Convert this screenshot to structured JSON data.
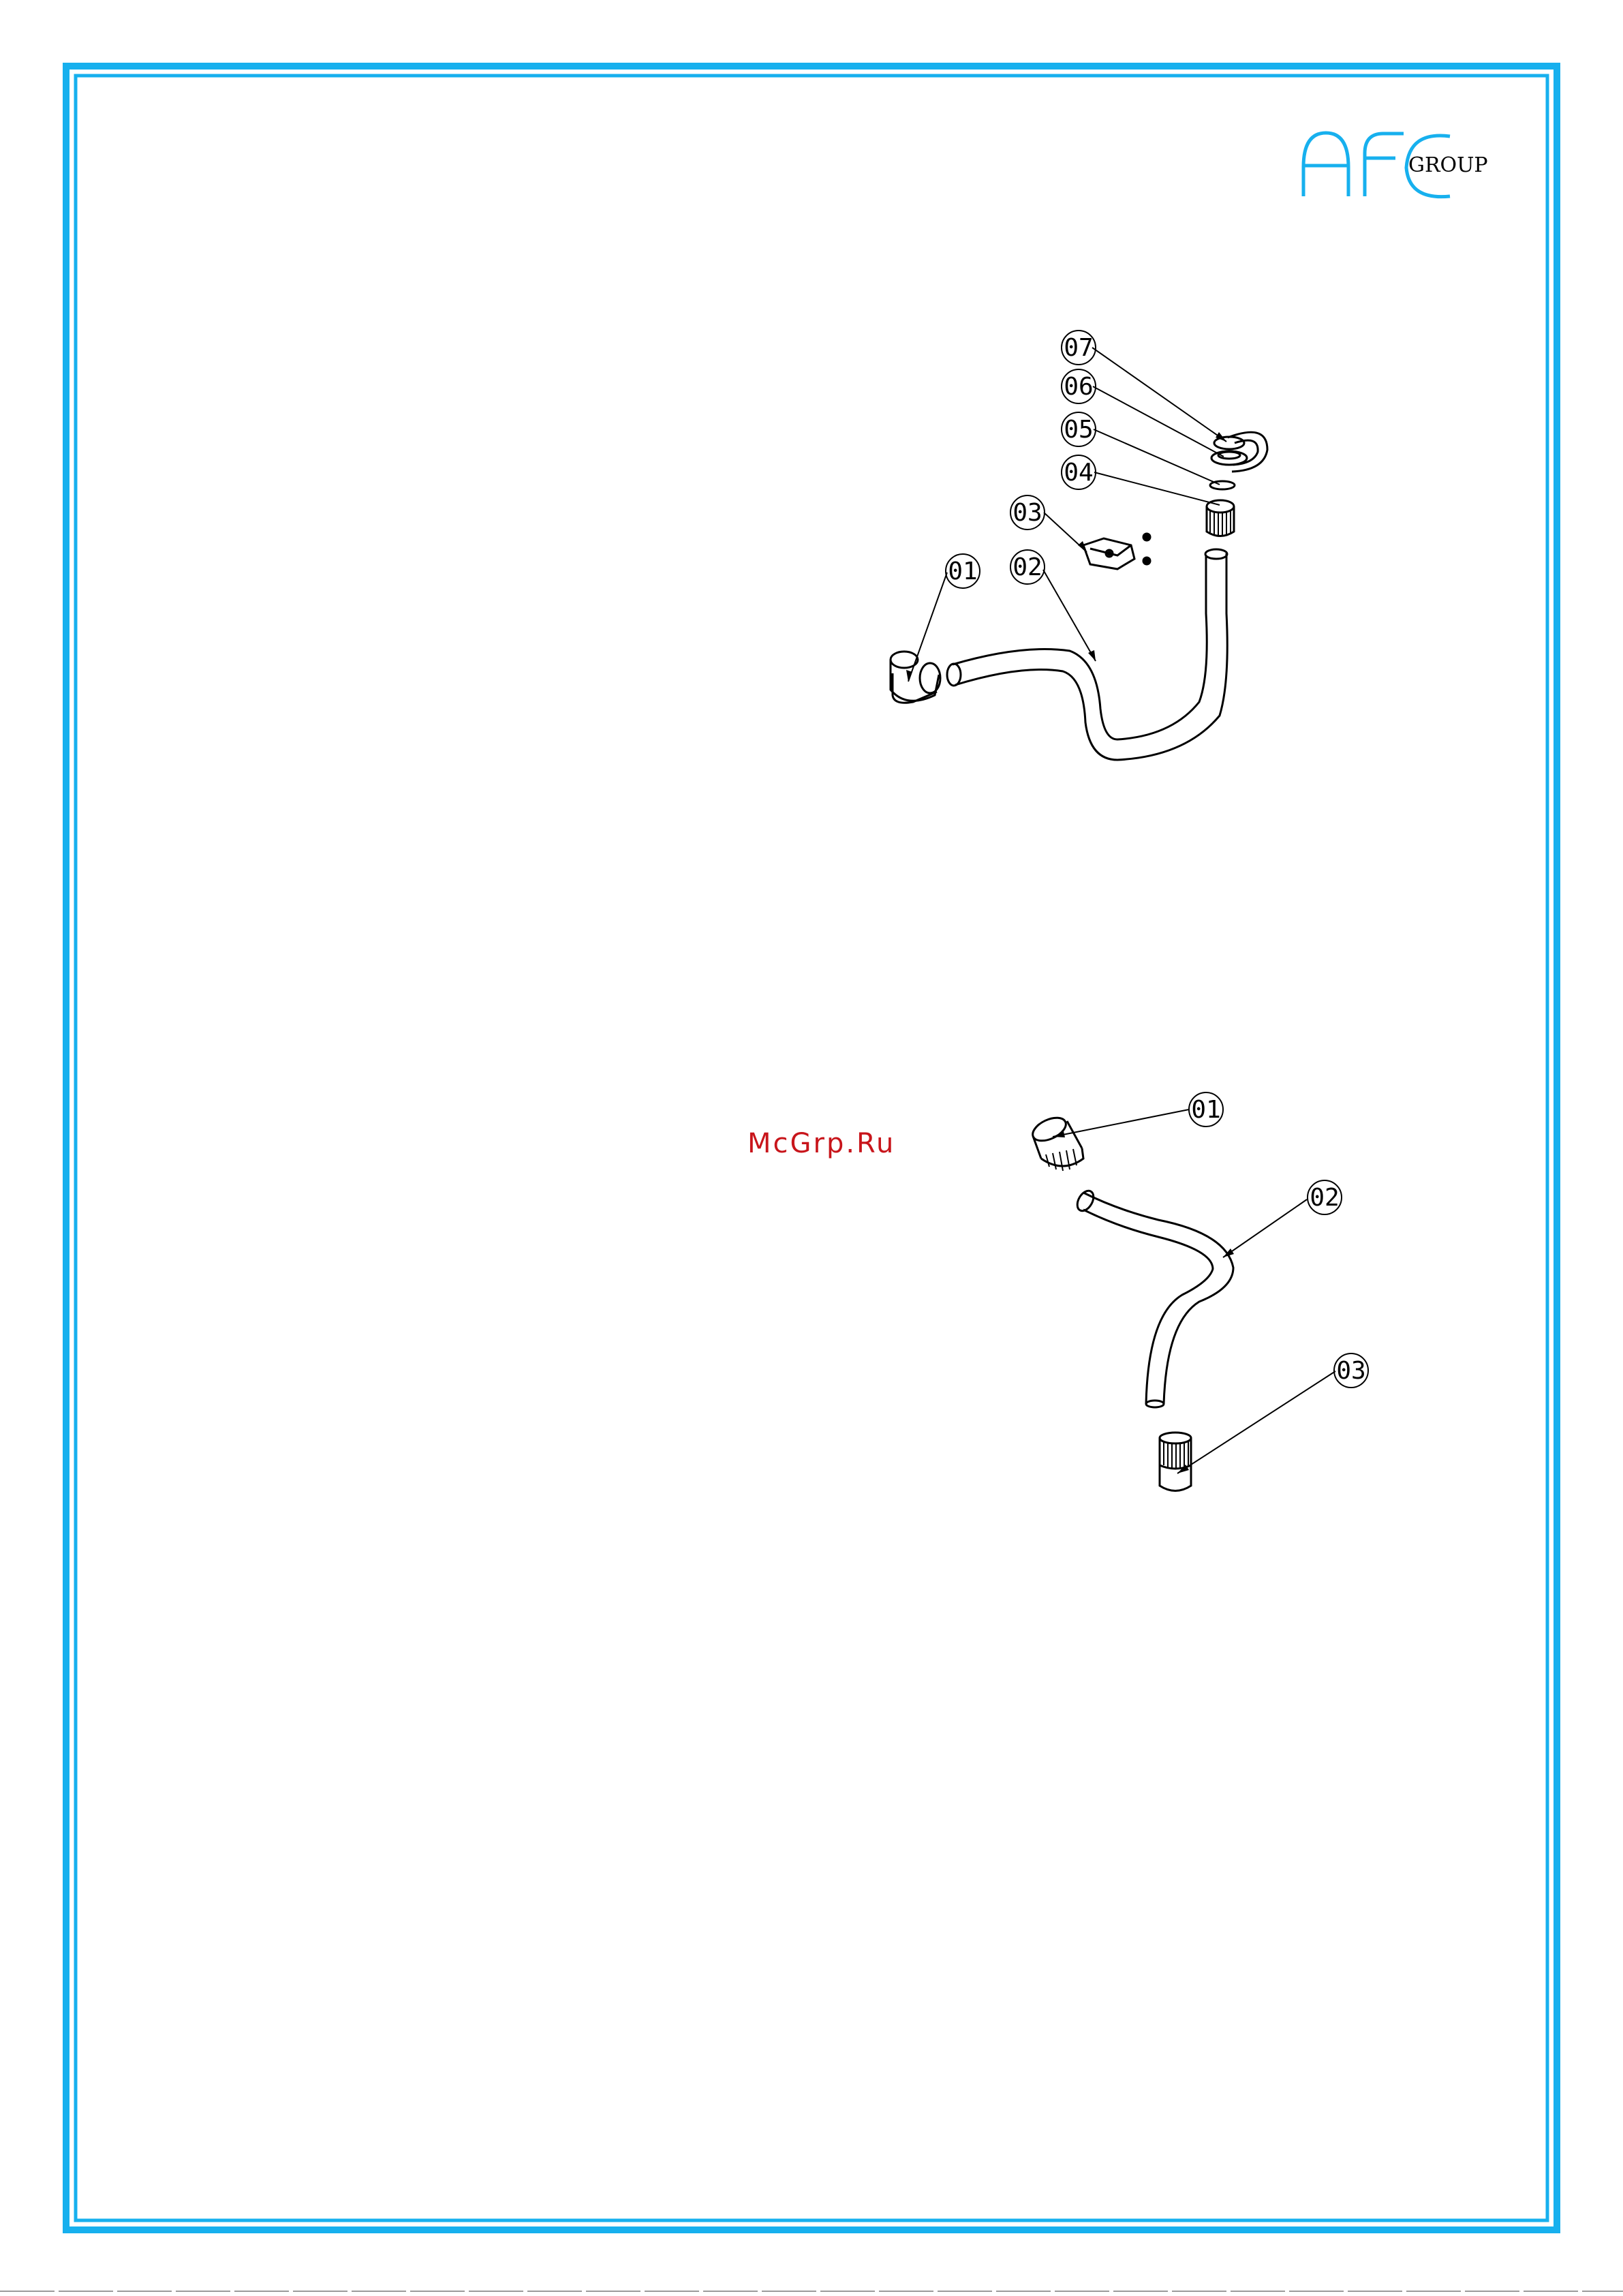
{
  "colors": {
    "frame": "#17b0ee",
    "line": "#000000",
    "watermark": "#c8151b"
  },
  "logo": {
    "mark": "AFC",
    "group": "GROUP"
  },
  "watermark": "McGrp.Ru",
  "diagram_top": {
    "callouts": [
      {
        "id": "07",
        "part": "07"
      },
      {
        "id": "06",
        "part": "06"
      },
      {
        "id": "05",
        "part": "05"
      },
      {
        "id": "04",
        "part": "04"
      },
      {
        "id": "03",
        "part": "03"
      },
      {
        "id": "02",
        "part": "02"
      },
      {
        "id": "01",
        "part": "01"
      }
    ]
  },
  "diagram_bottom": {
    "callouts": [
      {
        "id": "01",
        "part": "01"
      },
      {
        "id": "02",
        "part": "02"
      },
      {
        "id": "03",
        "part": "03"
      }
    ]
  }
}
